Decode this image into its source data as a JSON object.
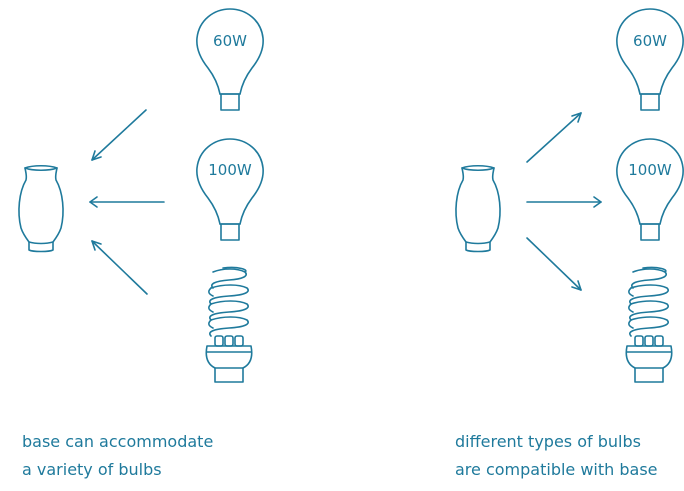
{
  "colors": {
    "ink": "#1f7a9c",
    "background": "#ffffff"
  },
  "left_panel": {
    "bulb_top_label": "60W",
    "bulb_mid_label": "100W",
    "caption_line1": "base can accommodate",
    "caption_line2": "a variety of bulbs"
  },
  "right_panel": {
    "bulb_top_label": "60W",
    "bulb_mid_label": "100W",
    "caption_line1": "different types of bulbs",
    "caption_line2": "are compatible with base"
  },
  "icons": [
    "lamp-base-icon",
    "incandescent-bulb-icon",
    "cfl-spiral-bulb-icon",
    "arrow-icon"
  ]
}
